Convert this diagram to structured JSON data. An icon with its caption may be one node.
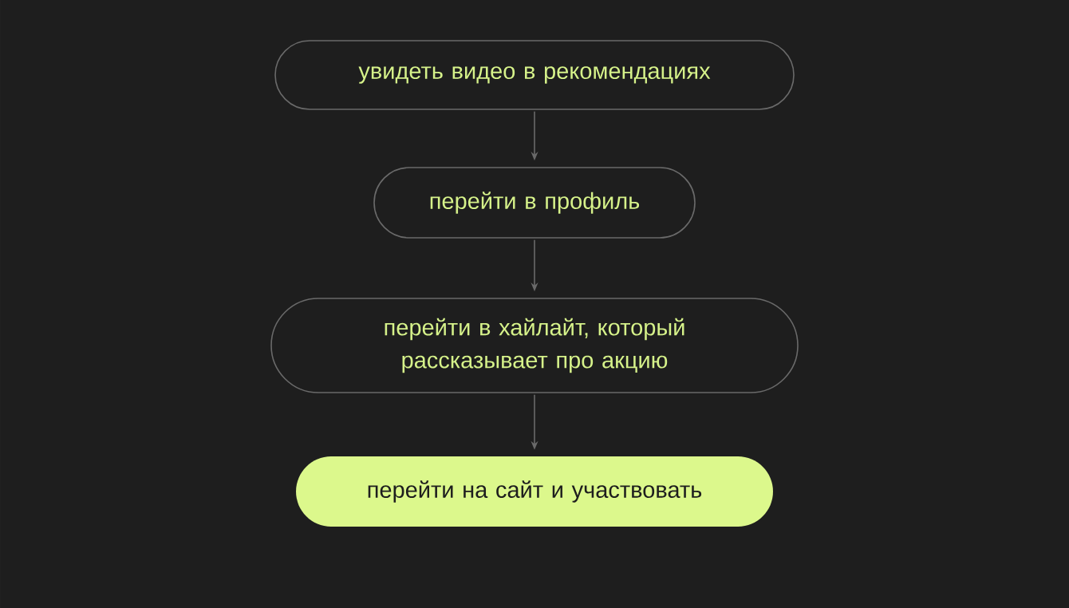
{
  "diagram": {
    "nodes": [
      {
        "text": [
          "увидеть видео в рекомендациях"
        ]
      },
      {
        "text": [
          "перейти в профиль"
        ]
      },
      {
        "text": [
          "перейти в хайлайт, который рассказывает про акцию"
        ]
      },
      {
        "text": [
          "перейти на сайт и участвовать"
        ]
      }
    ],
    "edges": [
      {
        "from": 0,
        "to": 1,
        "arrow": "to"
      },
      {
        "from": 1,
        "to": 2,
        "arrow": "to"
      },
      {
        "from": 2,
        "to": 3,
        "arrow": "to"
      }
    ]
  }
}
